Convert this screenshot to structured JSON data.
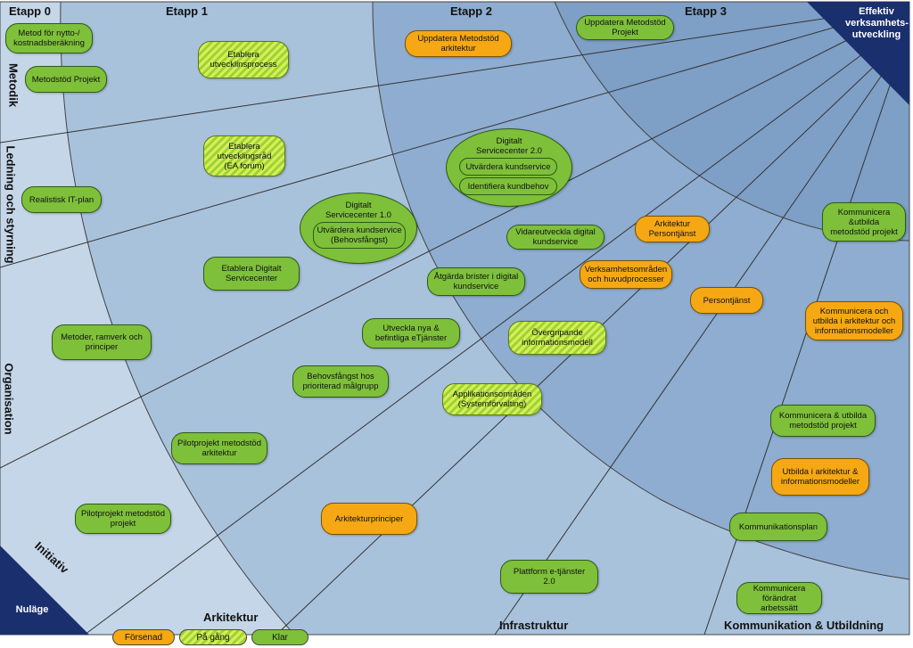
{
  "stages": [
    "Etapp 0",
    "Etapp 1",
    "Etapp 2",
    "Etapp 3"
  ],
  "goal": [
    "Effektiv",
    "verksamhets-",
    "utveckling"
  ],
  "current": "Nuläge",
  "areas_left": [
    "Metodik",
    "Ledning och styrning",
    "Organisation",
    "Initiativ"
  ],
  "areas_bottom": [
    "Arkitektur",
    "Infrastruktur",
    "Kommunikation & Utbildning"
  ],
  "legend": {
    "delayed": "Försenad",
    "ongoing": "På gång",
    "done": "Klar"
  },
  "colors": {
    "done": "#7ec03a",
    "delayed": "#f5a814",
    "ongoing": "#c6e64a",
    "corner": "#1a2f6e"
  },
  "nodes": [
    {
      "text": "Metod för nytto-/ kostnadsberäkning",
      "status": "done"
    },
    {
      "text": "Metodstöd Projekt",
      "status": "done"
    },
    {
      "text": "Etablera utvecklinsprocess",
      "status": "ongoing"
    },
    {
      "text": "Uppdatera Metodstöd arkitektur",
      "status": "delayed"
    },
    {
      "text": "Uppdatera Metodstöd Projekt",
      "status": "done"
    },
    {
      "text": "Etablera utvecklingsråd (EA forum)",
      "status": "ongoing"
    },
    {
      "text": "Realistisk IT-plan",
      "status": "done"
    },
    {
      "text": "Vidareutveckla digital kundservice",
      "status": "done"
    },
    {
      "text": "Arkitektur Persontjänst",
      "status": "delayed"
    },
    {
      "text": "Kommunicera &utbilda metodstöd projekt",
      "status": "done"
    },
    {
      "text": "Etablera Digitalt Servicecenter",
      "status": "done"
    },
    {
      "text": "Åtgärda brister i digital kundservice",
      "status": "done"
    },
    {
      "text": "Verksamhetsområden och huvudprocesser",
      "status": "delayed"
    },
    {
      "text": "Persontjänst",
      "status": "delayed"
    },
    {
      "text": "Kommunicera och utbilda i arkitektur och informationsmodeller",
      "status": "delayed"
    },
    {
      "text": "Metoder, ramverk och principer",
      "status": "done"
    },
    {
      "text": "Utveckla nya & befintliga eTjänster",
      "status": "done"
    },
    {
      "text": "Övergripande informationsmodell",
      "status": "ongoing"
    },
    {
      "text": "Behovsfångst hos prioriterad målgrupp",
      "status": "done"
    },
    {
      "text": "Applikationsområden (Systemförvalting)",
      "status": "ongoing"
    },
    {
      "text": "Kommunicera & utbilda metodstöd projekt",
      "status": "done"
    },
    {
      "text": "Pilotprojekt metodstöd arkitektur",
      "status": "done"
    },
    {
      "text": "Utbilda i arkitektur & informationsmodeller",
      "status": "delayed"
    },
    {
      "text": "Pilotprojekt metodstöd projekt",
      "status": "done"
    },
    {
      "text": "Arkitekturprinciper",
      "status": "delayed"
    },
    {
      "text": "Kommunikationsplan",
      "status": "done"
    },
    {
      "text": "Plattform e-tjänster 2.0",
      "status": "done"
    },
    {
      "text": "Kommunicera förändrat arbetssätt",
      "status": "done"
    }
  ],
  "servicecenter_1": {
    "title": "Digitalt Servicecenter 1.0",
    "sub": [
      "Utvärdera kundservice (Behovsfångst)"
    ]
  },
  "servicecenter_2": {
    "title": "Digitalt Servicecenter 2.0",
    "sub": [
      "Utvärdera kundservice",
      "Identifiera kundbehov"
    ]
  }
}
